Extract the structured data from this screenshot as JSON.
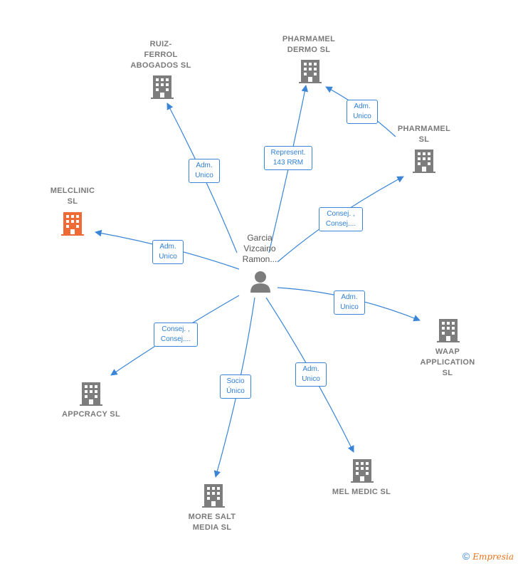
{
  "colors": {
    "edge": "#3a85d6",
    "building": "#7d7d7d",
    "highlight": "#f06a35"
  },
  "center": {
    "name": "Garcia\nVizcaino\nRamon..."
  },
  "companies": {
    "ruiz": "RUIZ-\nFERROL\nABOGADOS  SL",
    "pharmamel_dermo": "PHARMAMEL\nDERMO  SL",
    "pharmamel": "PHARMAMEL\nSL",
    "melclinic": "MELCLINIC\nSL",
    "waap": "WAAP\nAPPLICATION\nSL",
    "appcracy": "APPCRACY  SL",
    "more_salt": "MORE SALT\nMEDIA  SL",
    "mel_medic": "MEL MEDIC  SL"
  },
  "edges": {
    "ruiz": "Adm.\nUnico",
    "pharmamel_dermo": "Represent.\n143 RRM",
    "pharmamel_to_dermo": "Adm.\nUnico",
    "pharmamel": "Consej. ,\nConsej....",
    "melclinic": "Adm.\nUnico",
    "waap": "Adm.\nUnico",
    "appcracy": "Consej. ,\nConsej....",
    "more_salt": "Socio\nÚnico",
    "mel_medic": "Adm.\nUnico"
  },
  "footer": {
    "copyright": "©",
    "brand": "Empresia"
  }
}
